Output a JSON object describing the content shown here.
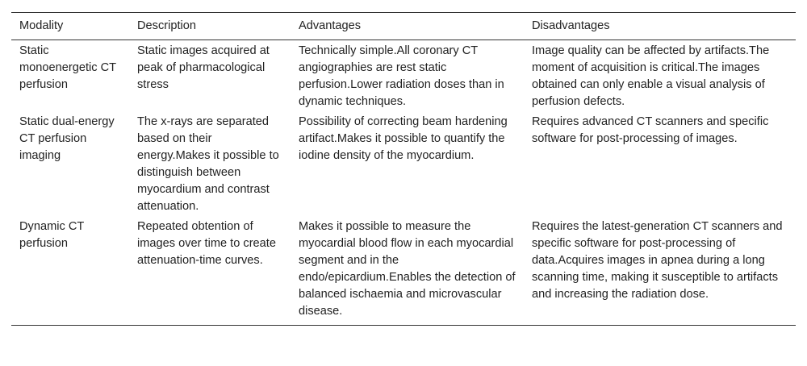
{
  "table": {
    "headers": [
      "Modality",
      "Description",
      "Advantages",
      "Disadvantages"
    ],
    "rows": [
      {
        "modality": "Static monoenergetic CT perfusion",
        "description": "Static images acquired at peak of pharmacological stress",
        "advantages": "Technically simple.All coronary CT angiographies are rest static perfusion.Lower radiation doses than in dynamic techniques.",
        "disadvantages": "Image quality can be affected by artifacts.The moment of acquisition is critical.The images obtained can only enable a visual analysis of perfusion defects."
      },
      {
        "modality": "Static dual-energy CT perfusion imaging",
        "description": "The x-rays are separated based on their energy.Makes it possible to distinguish between myocardium and contrast attenuation.",
        "advantages": "Possibility of correcting beam hardening artifact.Makes it possible to quantify the iodine density of the myocardium.",
        "disadvantages": "Requires advanced CT scanners and specific software for post-processing of images."
      },
      {
        "modality": "Dynamic CT perfusion",
        "description": "Repeated obtention of images over time to create attenuation-time curves.",
        "advantages": "Makes it possible to measure the myocardial blood flow in each myocardial segment and in the endo/epicardium.Enables the detection of balanced ischaemia and microvascular disease.",
        "disadvantages": "Requires the latest-generation CT scanners and specific software for post-processing of data.Acquires images in apnea during a long scanning time, making it susceptible to artifacts and increasing the radiation dose."
      }
    ]
  }
}
